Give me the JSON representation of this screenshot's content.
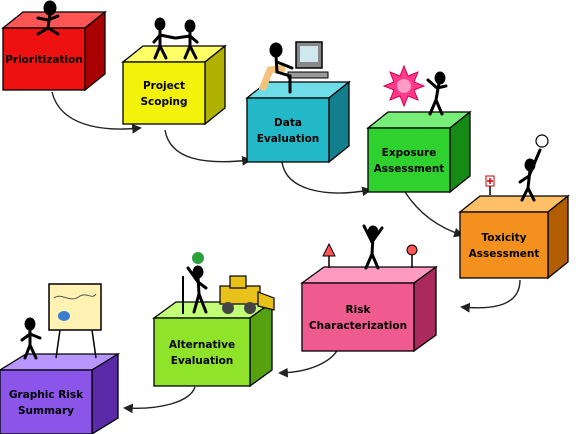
{
  "steps": [
    {
      "id": "prioritization",
      "lines": [
        "Prioritization"
      ],
      "front": "#ee1111",
      "top": "#ff5555",
      "side": "#a80000"
    },
    {
      "id": "project-scoping",
      "lines": [
        "Project",
        "Scoping"
      ],
      "front": "#f2f20a",
      "top": "#ffff66",
      "side": "#b0b000"
    },
    {
      "id": "data-evaluation",
      "lines": [
        "Data",
        "Evaluation"
      ],
      "front": "#22b8c8",
      "top": "#6fdde8",
      "side": "#137f8c"
    },
    {
      "id": "exposure-assessment",
      "lines": [
        "Exposure",
        "Assessment"
      ],
      "front": "#2ed12e",
      "top": "#77ee77",
      "side": "#158a15"
    },
    {
      "id": "toxicity-assessment",
      "lines": [
        "Toxicity",
        "Assessment"
      ],
      "front": "#f4911e",
      "top": "#ffbf66",
      "side": "#b25e00"
    },
    {
      "id": "risk-characterization",
      "lines": [
        "Risk",
        "Characterization"
      ],
      "front": "#ef5b8f",
      "top": "#ff9ac0",
      "side": "#aa2a5c"
    },
    {
      "id": "alternative-evaluation",
      "lines": [
        "Alternative",
        "Evaluation"
      ],
      "front": "#8fe32b",
      "top": "#c2ff77",
      "side": "#57a010"
    },
    {
      "id": "graphic-risk-summary",
      "lines": [
        "Graphic Risk",
        "Summary"
      ],
      "front": "#8a55e8",
      "top": "#b896ff",
      "side": "#5a2aa8"
    }
  ],
  "figure_icons": [
    "stick-figure-sitting-icon",
    "stick-figures-handshake-icon",
    "computer-user-icon",
    "explosion-figure-icon",
    "skull-figure-icon",
    "warning-signs-figure-icon",
    "bulldozer-figure-icon",
    "map-board-icon"
  ],
  "colors": {
    "arrow": "#222222",
    "outline": "#000000"
  }
}
